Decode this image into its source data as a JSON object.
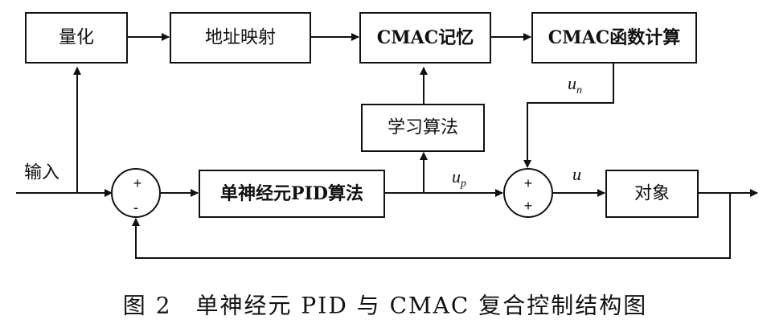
{
  "blocks": {
    "quantize": "量化",
    "address_mapping": "地址映射",
    "cmac_memory": "CMAC记忆",
    "cmac_function": "CMAC函数计算",
    "learning": "学习算法",
    "pid": "单神经元PID算法",
    "plant": "对象"
  },
  "signals": {
    "input": "输入",
    "un_main": "u",
    "un_sub": "n",
    "up_main": "u",
    "up_sub": "p",
    "u": "u"
  },
  "junctions": {
    "sum1_top": "+",
    "sum1_bottom": "-",
    "sum2_top": "+",
    "sum2_bottom": "+"
  },
  "caption": "图 2　单神经元 PID 与 CMAC 复合控制结构图"
}
